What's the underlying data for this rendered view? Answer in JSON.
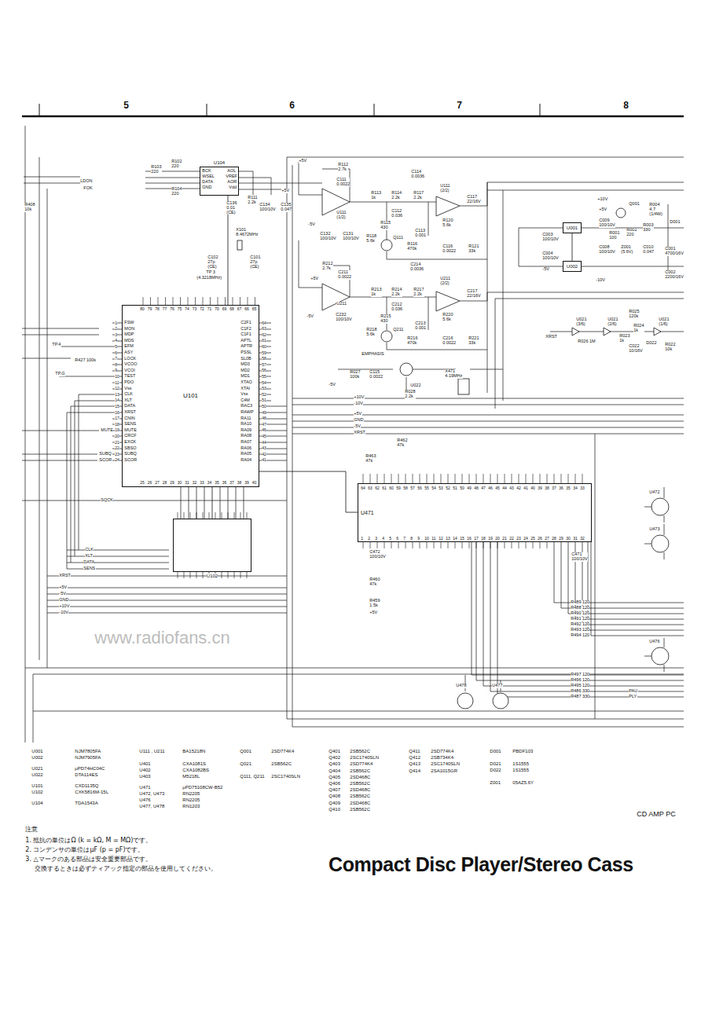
{
  "diagram": {
    "title": "Compact Disc Player/Stereo Cass",
    "nodes": [
      {
        "text": [
          "U104"
        ]
      },
      {
        "text": [
          "U101"
        ]
      },
      {
        "text": [
          "U102"
        ]
      },
      {
        "text": [
          "U471"
        ]
      },
      {
        "text": [
          "U001"
        ]
      },
      {
        "text": [
          "U002"
        ]
      }
    ],
    "edges": [
      {
        "from": 0,
        "to": 1,
        "arrow": "none"
      },
      {
        "from": 1,
        "to": 2,
        "arrow": "none"
      },
      {
        "from": 1,
        "to": 3,
        "arrow": "none"
      },
      {
        "from": 4,
        "to": 5,
        "arrow": "none"
      }
    ],
    "labels": [
      "5",
      "6",
      "7",
      "8",
      "LDON",
      "FOK",
      "R408 10k",
      "R103 220",
      "R102 220",
      "R104 220",
      "C136 0.01 (CE)",
      "R111 2.2k",
      "C134 100/10V",
      "+5V",
      "C135 0.047",
      "X101 8.4672MHz",
      "C102 27p (CE)",
      "C101 27p (CE)",
      "TP 3",
      "(4.3218MHz)",
      "BCK",
      "WSEL",
      "DATA",
      "GND",
      "AOL",
      "VREF",
      "AOR",
      "Vdd",
      "+5V",
      "R112 2.7k",
      "C111 0.0022",
      "U111 (1/2)",
      "-5V",
      "C132 100/10V",
      "C131 100/10V",
      "R113 1k",
      "R114 2.2k",
      "C112 0.036",
      "C114 0.0036",
      "R117 2.2k",
      "U111 (2/2)",
      "C117 22/16V",
      "R118 5.6k",
      "Q111",
      "R115 430",
      "C113 0.001",
      "R116 470k",
      "R120 5.6k",
      "C116 0.0022",
      "R121 33k",
      "R212 2.7k",
      "C211 0.0022",
      "+5V",
      "U211",
      "C232 100/10V",
      "-5V",
      "R213 1k",
      "R214 2.2k",
      "C212 0.036",
      "C214 0.0036",
      "R217 2.2k",
      "U211 (2/2)",
      "C217 22/16V",
      "R218 5.6k",
      "Q211",
      "R215 430",
      "C213 0.001",
      "R216 470k",
      "R220 5.6k",
      "C216 0.0022",
      "R221 33k",
      "EMPHASIS",
      "R027 100k",
      "C115 0.0022",
      "U022",
      "R028 2.2k",
      "X471 4.19MHz",
      "-5V",
      "+10V",
      "+5V",
      "Q001",
      "R004 4.7 (1/4W)",
      "C009 100/10V",
      "R001 100",
      "R002 220",
      "R003 330",
      "C003 100/10V",
      "D001",
      "C004 100/10V",
      "C008 100/10V",
      "Z001 (5.6V)",
      "C010 0.047",
      "C001 4700/16V",
      "-5V",
      "-10V",
      "C002 2200/16V",
      "R025 120k",
      "U021 (3/6)",
      "U021 (2/6)",
      "R024 1k",
      "U021 (1/6)",
      "XRST",
      "R026 1M",
      "R023 1k",
      "C022 10/16V",
      "D022",
      "R022 10k",
      "+10V",
      "-10V",
      "+5V",
      "GND",
      "-5V",
      "XRST",
      "R462 47k",
      "R463 47k",
      "C472 100/10V",
      "R460 47k",
      "R459 1.5k",
      "C471 100/10V",
      "+5V",
      "R489 120",
      "R488 120",
      "R490 120",
      "R491 120",
      "R492 120",
      "R493 120",
      "R494 120",
      "R497 120",
      "R496 120",
      "R495 120",
      "R486 330",
      "R487 330",
      "PAU",
      "PLY",
      "U472",
      "U473",
      "U476",
      "U477",
      "U478",
      "TP.4",
      "TP.G",
      "R427 100k",
      "MUTE",
      "SUBQ",
      "SCOR",
      "SQCK",
      "CLK",
      "XLT",
      "DATA",
      "SENS",
      "XRST",
      "+5V",
      "-5V",
      "GND",
      "+10V",
      "-10V",
      "FSW",
      "MON",
      "MDP",
      "MDS",
      "EFM",
      "ASY",
      "LOCK",
      "VCOO",
      "VCOI",
      "TEST",
      "PDO",
      "Vss",
      "CLK",
      "XLT",
      "DATA",
      "XRST",
      "CNIN",
      "SENS",
      "MUTE",
      "CRCF",
      "EXCK",
      "SBSO",
      "SUBQ",
      "SCOR",
      "1",
      "2",
      "3",
      "4",
      "5",
      "6",
      "7",
      "8",
      "9",
      "10",
      "11",
      "12",
      "13",
      "14",
      "15",
      "16",
      "17",
      "18",
      "19",
      "20",
      "21",
      "22",
      "23",
      "24",
      "C2F1",
      "C1F2",
      "C1F1",
      "APTL",
      "APTR",
      "PSSL",
      "SL0B",
      "MD3",
      "MD2",
      "MD1",
      "XTAO",
      "XTAI",
      "Vss",
      "C4M",
      "RAC3",
      "RAWP",
      "RA11",
      "RA10",
      "RA09",
      "RA08",
      "RA07",
      "RA06",
      "RA05",
      "RA04",
      "64",
      "63",
      "62",
      "61",
      "60",
      "59",
      "58",
      "57",
      "56",
      "55",
      "54",
      "53",
      "52",
      "51",
      "50",
      "49",
      "48",
      "47",
      "46",
      "45",
      "44",
      "43",
      "42",
      "41",
      "80",
      "79",
      "78",
      "77",
      "76",
      "75",
      "74",
      "73",
      "72",
      "71",
      "70",
      "69",
      "68",
      "67",
      "66",
      "65",
      "25",
      "26",
      "27",
      "28",
      "29",
      "30",
      "31",
      "32",
      "33",
      "34",
      "35",
      "36",
      "37",
      "38",
      "39",
      "40",
      "64",
      "63",
      "62",
      "61",
      "60",
      "59",
      "58",
      "57",
      "56",
      "55",
      "54",
      "53",
      "52",
      "51",
      "50",
      "49",
      "48",
      "47",
      "46",
      "45",
      "44",
      "43",
      "42",
      "41",
      "40",
      "39",
      "38",
      "37",
      "36",
      "35",
      "34",
      "33",
      "1",
      "2",
      "3",
      "4",
      "5",
      "6",
      "7",
      "8",
      "9",
      "10",
      "11",
      "12",
      "13",
      "14",
      "15",
      "16",
      "17",
      "18",
      "19",
      "20",
      "21",
      "22",
      "23",
      "24",
      "25",
      "26",
      "27",
      "28",
      "29",
      "30",
      "31",
      "32",
      "U001",
      "NJM7805FA",
      "U002",
      "NJM7905FA",
      "U021",
      "μPD74HC04C",
      "U022",
      "DTA114ES",
      "U101",
      "CXD1135Q",
      "U102",
      "CXK5816M-15L",
      "U104",
      "TDA1543A",
      "U111 , U211",
      "BA15218N",
      "U401",
      "CXA1081S",
      "U402",
      "CXA1082BS",
      "U403",
      "M5218L",
      "U471",
      "μPD75108CW-B52",
      "U472, U473",
      "RN2205",
      "U476",
      "RN2205",
      "U477, U478",
      "RN1203",
      "Q001",
      "2SD774K4",
      "Q021",
      "2SB562C",
      "Q111, Q211",
      "2SC1740SLN",
      "Q401",
      "2SB562C",
      "Q402",
      "2SC1740SLN",
      "Q403",
      "2SD774K4",
      "Q404",
      "2SB562C",
      "Q405",
      "2SD468C",
      "Q406",
      "2SB562C",
      "Q407",
      "2SD468C",
      "Q408",
      "2SB562C",
      "Q409",
      "2SD468C",
      "Q410",
      "2SB562C",
      "Q411",
      "2SD774K4",
      "Q412",
      "2SB734K4",
      "Q413",
      "2SC1740SLN",
      "Q414",
      "2SA1015GR",
      "D001",
      "PBDF103",
      "D021",
      "1S1555",
      "D022",
      "1S1555",
      "Z001",
      "05AZ5.6Y",
      "注意",
      "1. 抵抗の単位はΩ (k = kΩ, M = MΩ)です。",
      "2. コンデンサの単位はμF (p = pF)です。",
      "3. △マークのある部品は安全重要部品です。",
      "交換するときは必ずティアック指定の部品を使用してください。",
      "CD AMP PC",
      "www.radiofans.cn"
    ]
  }
}
